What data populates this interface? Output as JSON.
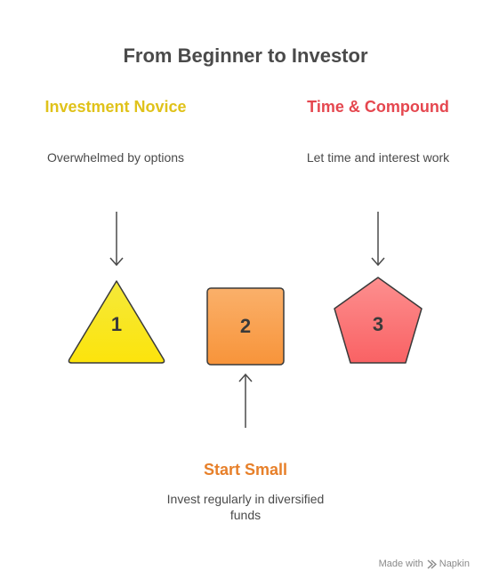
{
  "title": "From Beginner to Investor",
  "steps": [
    {
      "number": "1",
      "title": "Investment Novice",
      "description": "Overwhelmed by options",
      "color": "#f7e018"
    },
    {
      "number": "2",
      "title": "Start Small",
      "description": "Invest regularly in diversified funds",
      "color": "#f9a04a"
    },
    {
      "number": "3",
      "title": "Time & Compound",
      "description": "Let time and interest work",
      "color": "#fb6f73"
    }
  ],
  "footer": {
    "made_with": "Made with",
    "brand": "Napkin"
  }
}
